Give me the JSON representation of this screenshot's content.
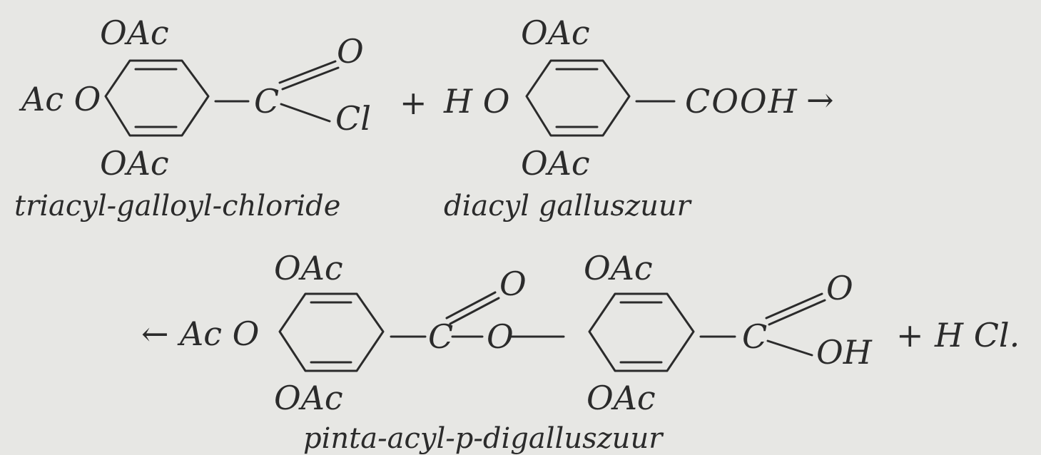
{
  "reaction": {
    "line1": {
      "reactant1": {
        "top_substituent": "OAc",
        "left_substituent": "Ac O",
        "bottom_substituent": "OAc",
        "carbonyl_carbon": "C",
        "carbonyl_oxygen": "O",
        "leaving_group": "Cl",
        "name": "triacyl-galloyl-chloride"
      },
      "plus": "+",
      "reactant2": {
        "top_substituent": "OAc",
        "left_substituent": "H O",
        "bottom_substituent": "OAc",
        "acid_group": "COOH",
        "name": "diacyl galluszuur"
      },
      "arrow": "→"
    },
    "line2": {
      "arrow": "←",
      "product": {
        "left_substituent": "Ac O",
        "ring1_top": "OAc",
        "ring1_bottom": "OAc",
        "ester_carbon": "C",
        "ester_carbonyl_oxygen": "O",
        "ester_bridge_oxygen": "O",
        "ring2_top": "OAc",
        "ring2_bottom": "OAc",
        "acid_carbon": "C",
        "acid_carbonyl_oxygen": "O",
        "acid_hydroxyl": "OH",
        "name": "pinta-acyl-p-digalluszuur"
      },
      "plus": "+",
      "byproduct": "H Cl."
    }
  }
}
